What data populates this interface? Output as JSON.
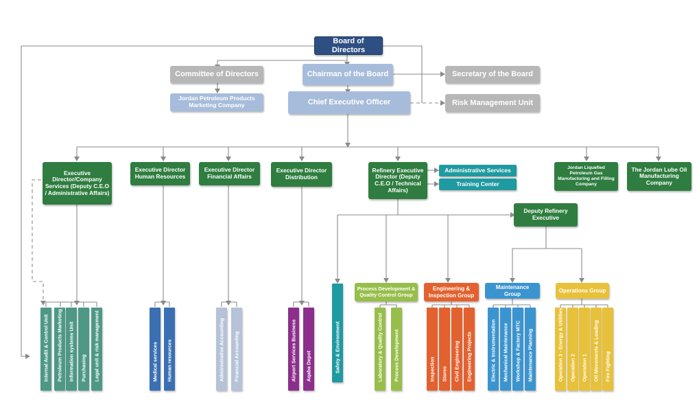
{
  "top": {
    "board": "Board of Directors",
    "committee": "Committee of Directors",
    "chairman": "Chairman of the Board",
    "secretary": "Secretary of the Board",
    "jppmc": "Jordan Petroleum Products Marketing Company",
    "ceo": "Chief Executive Officer",
    "risk": "Risk Management Unit"
  },
  "executives": {
    "admin": "Executive Director/Company Services (Deputy C.E.O / Administrative Affairs)",
    "hr": "Executive Director Human Resources",
    "finance": "Executive Director Financial Affairs",
    "distribution": "Executive Director Distribution",
    "refinery": "Refinery Executive Director (Deputy C.E.O / Technical Affairs)",
    "lpg": "Jordan Liquefied Petroleum Gas Manufacturing and Filling Company",
    "lube": "The Jordan Lube Oil Manufacturing Company",
    "deputy_refinery": "Deputy Refinery Executive"
  },
  "services": {
    "admin_services": "Administrative Services",
    "training": "Training Center"
  },
  "groups": {
    "process": "Process Development & Quality Control Group",
    "engineering": "Engineering & Inspection Group",
    "maintenance": "Maintenance Group",
    "operations": "Operations Group"
  },
  "units": {
    "admin": [
      "Internal Audit & Control Unit",
      "Petroleum Products Marketing",
      "Information systems Unit",
      "Purchasing",
      "Legal unit & risk management"
    ],
    "hr": [
      "Medical services",
      "Human resources"
    ],
    "finance": [
      "Administrative Accounting",
      "Financial Accounting"
    ],
    "distribution": [
      "Airport Services Business",
      "Aqaba Depot"
    ],
    "safety": [
      "Safety & Environment"
    ],
    "process": [
      "Laboratory & Quality Control",
      "Process Development"
    ],
    "engineering": [
      "Inspection",
      "Stores",
      "Civil Engineering",
      "Engineering Projects"
    ],
    "maintenance": [
      "Electric & Instrumentation",
      "Mechanical Maintenance",
      "Workshop & Factory MTC",
      "Maintenance Planning"
    ],
    "operations": [
      "Operation 3 - Energy & Utilities",
      "Operation 2",
      "Operation 1",
      "Oil Movements & Loading",
      "Fire Fighting"
    ]
  },
  "colors": {
    "navy": "#2e4f82",
    "light_blue": "#a7bcdb",
    "grey": "#b7b7b7",
    "green": "#2f7d40",
    "teal": "#1f9aa1",
    "admin_units": "#4e9886",
    "hr_units": "#3a6fb3",
    "finance_units": "#b5c2d8",
    "distribution_units": "#8c2f8c",
    "process_group": "#97be4a",
    "engineering_group": "#e3612e",
    "maintenance_group": "#3a94cf",
    "operations_group": "#e8c13a"
  }
}
